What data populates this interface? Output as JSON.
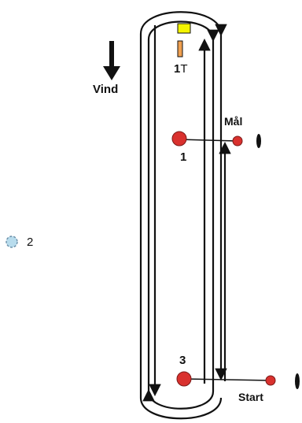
{
  "wind": {
    "label": "Vind",
    "icon": "wind-arrow-down-icon"
  },
  "marks": {
    "mark_1": {
      "label": "1",
      "color": "#d9312e"
    },
    "mark_1t": {
      "number": "1",
      "suffix": "T",
      "flag_color": "#f5f500",
      "pole_color": "#f0a050"
    },
    "mark_2": {
      "label": "2",
      "color": "#b8dced"
    },
    "mark_3": {
      "label": "3",
      "color": "#d9312e"
    }
  },
  "finish": {
    "label": "Mål",
    "buoy_color": "#d9312e"
  },
  "start": {
    "label": "Start",
    "buoy_color": "#d9312e"
  },
  "colors": {
    "line": "#111111",
    "mark_outline": "#555555"
  }
}
